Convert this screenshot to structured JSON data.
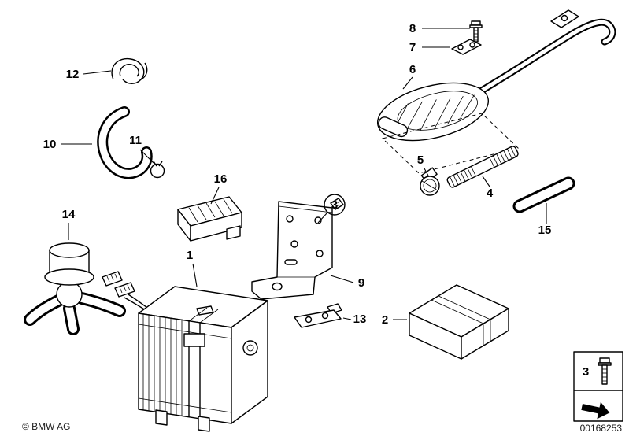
{
  "page": {
    "background": "#ffffff",
    "line_color": "#000000"
  },
  "footer": {
    "copyright": "© BMW AG",
    "document_number": "00168253"
  },
  "legend": {
    "part_ref": "3"
  },
  "callouts": {
    "c1": "1",
    "c2": "2",
    "c3": "3",
    "c4": "4",
    "c5": "5",
    "c6": "6",
    "c7": "7",
    "c8": "8",
    "c9": "9",
    "c10": "10",
    "c11": "11",
    "c12": "12",
    "c13": "13",
    "c14": "14",
    "c15": "15",
    "c16": "16"
  }
}
